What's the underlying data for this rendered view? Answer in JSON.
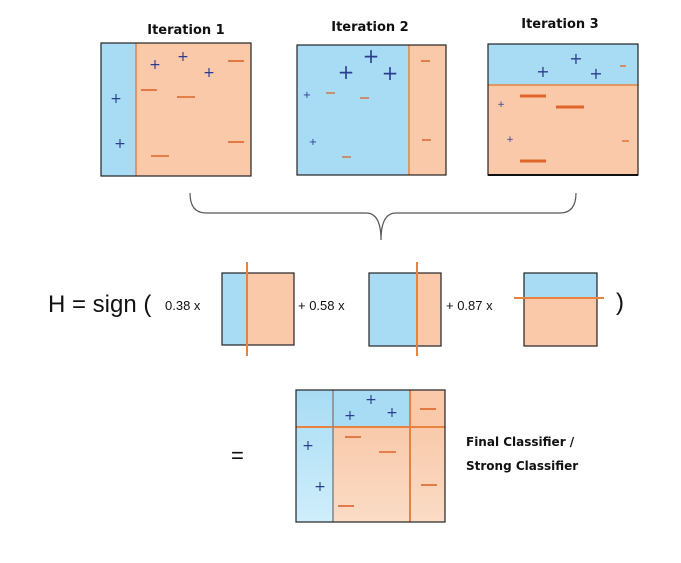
{
  "iterations": [
    {
      "title": "Iteration 1"
    },
    {
      "title": "Iteration 2"
    },
    {
      "title": "Iteration 3"
    }
  ],
  "formula": {
    "lhs": "H = sign (",
    "term1": "0.38 x",
    "term2": "+ 0.58 x",
    "term3": "+ 0.87 x",
    "close": ")",
    "equals": "="
  },
  "final": {
    "line1": "Final Classifier /",
    "line2": "Strong Classifier"
  },
  "symbols": {
    "plus": "+"
  },
  "colors": {
    "positive_region": "#a8dcf4",
    "negative_region": "#f9c9aa",
    "boundary": "#e8823e",
    "plus": "#2b3d8f",
    "minus": "#e0652a"
  }
}
